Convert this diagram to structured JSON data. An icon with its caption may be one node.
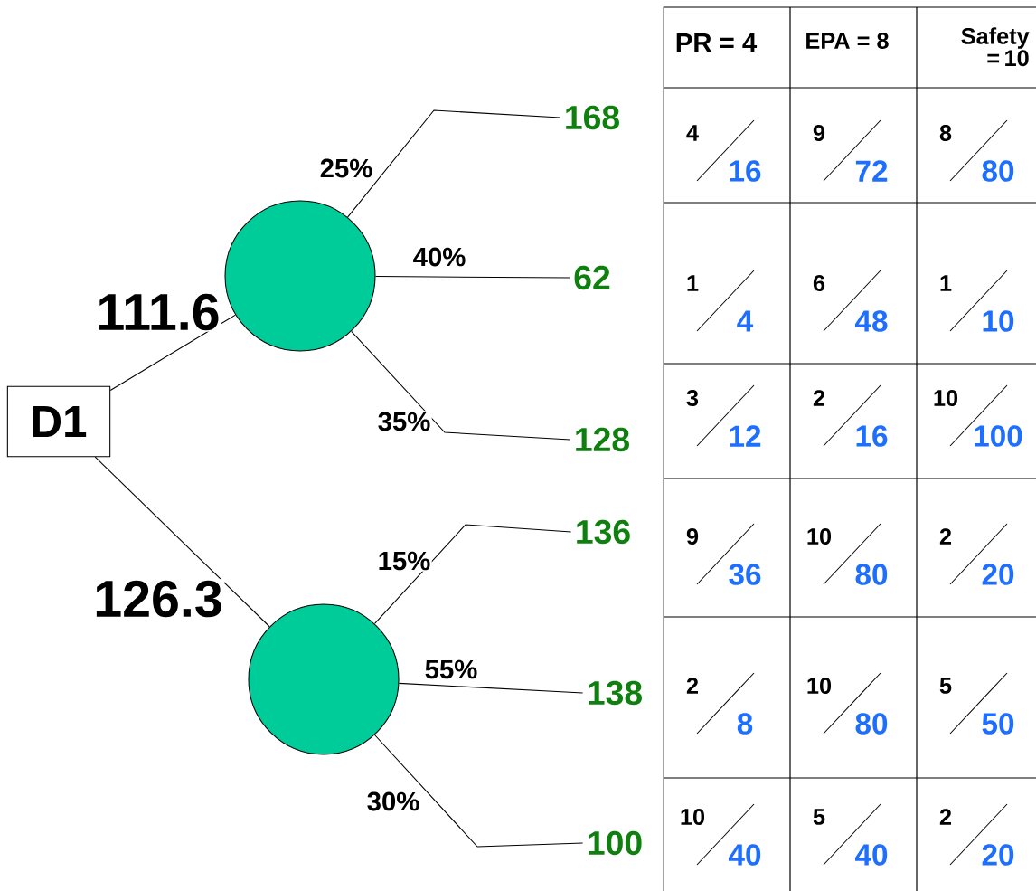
{
  "diagram": {
    "nodes": [
      {
        "text": [
          "D1"
        ]
      },
      {
        "text": [],
        "shape": "circle"
      },
      {
        "text": [],
        "shape": "circle"
      },
      {
        "text": [
          "168"
        ]
      },
      {
        "text": [
          "62"
        ]
      },
      {
        "text": [
          "128"
        ]
      },
      {
        "text": [
          "136"
        ]
      },
      {
        "text": [
          "138"
        ]
      },
      {
        "text": [
          "100"
        ]
      }
    ],
    "edges": [
      {
        "from": 0,
        "to": 1,
        "arrow": "none",
        "label": "111.6"
      },
      {
        "from": 0,
        "to": 2,
        "arrow": "none",
        "label": "126.3"
      },
      {
        "from": 1,
        "to": 3,
        "arrow": "none",
        "label": "25%"
      },
      {
        "from": 1,
        "to": 4,
        "arrow": "none",
        "label": "40%"
      },
      {
        "from": 1,
        "to": 5,
        "arrow": "none",
        "label": "35%"
      },
      {
        "from": 2,
        "to": 6,
        "arrow": "none",
        "label": "15%"
      },
      {
        "from": 2,
        "to": 7,
        "arrow": "none",
        "label": "55%"
      },
      {
        "from": 2,
        "to": 8,
        "arrow": "none",
        "label": "30%"
      }
    ],
    "labels": [
      "PR = 4",
      "EPA = 8",
      "Safety = 10",
      "4",
      "16",
      "9",
      "72",
      "8",
      "80",
      "1",
      "4",
      "6",
      "48",
      "1",
      "10",
      "3",
      "12",
      "2",
      "16",
      "10",
      "100",
      "9",
      "36",
      "10",
      "80",
      "2",
      "20",
      "2",
      "8",
      "10",
      "80",
      "5",
      "50",
      "10",
      "40",
      "5",
      "40",
      "2",
      "20"
    ]
  }
}
